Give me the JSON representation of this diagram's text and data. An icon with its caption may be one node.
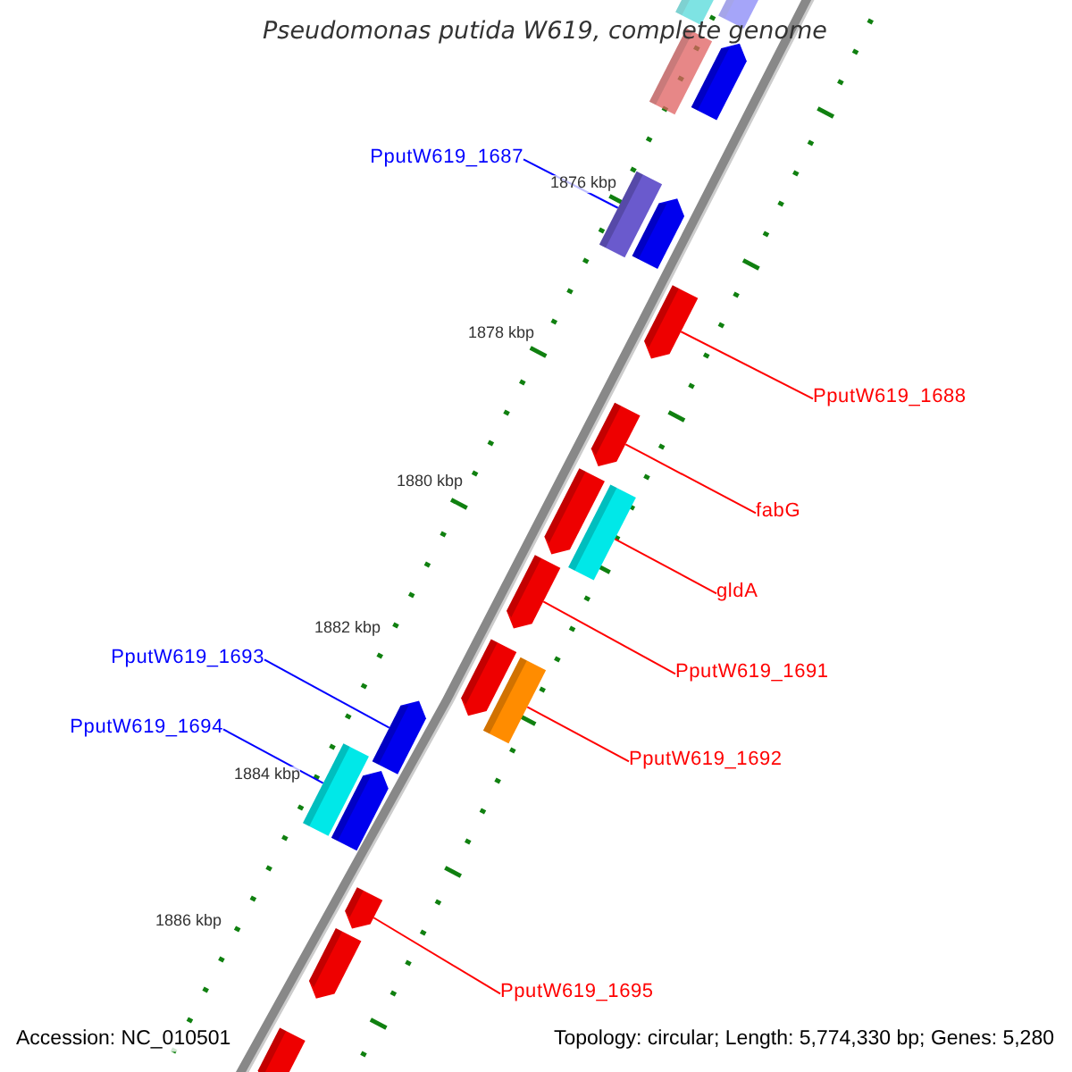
{
  "diagram": {
    "title": "Pseudomonas putida W619, complete genome",
    "nodes": [
      {
        "text": [
          "PputW619_1687"
        ]
      },
      {
        "text": [],
        "shape": "bar"
      },
      {
        "text": [
          "PputW619_1688"
        ]
      },
      {
        "text": [],
        "shape": "arrow"
      },
      {
        "text": [
          "fabG"
        ]
      },
      {
        "text": [],
        "shape": "arrow"
      },
      {
        "text": [
          "gldA"
        ]
      },
      {
        "text": [],
        "shape": "bar"
      },
      {
        "text": [
          "PputW619_1693"
        ]
      },
      {
        "text": [],
        "shape": "arrow"
      },
      {
        "text": [
          "PputW619_1691"
        ]
      },
      {
        "text": [],
        "shape": "arrow"
      },
      {
        "text": [
          "PputW619_1694"
        ]
      },
      {
        "text": [],
        "shape": "bar"
      },
      {
        "text": [
          "PputW619_1692"
        ]
      },
      {
        "text": [],
        "shape": "bar"
      },
      {
        "text": [
          "PputW619_1695"
        ]
      },
      {
        "text": [],
        "shape": "arrow"
      },
      {
        "text": [],
        "shape": "bar"
      },
      {
        "text": [],
        "shape": "arrow"
      },
      {
        "text": [],
        "shape": "bar"
      },
      {
        "text": [],
        "shape": "arrow"
      },
      {
        "text": [],
        "shape": "arrow"
      },
      {
        "text": [],
        "shape": "arrow"
      },
      {
        "text": [],
        "shape": "arrow"
      },
      {
        "text": [],
        "shape": "arrow"
      },
      {
        "text": [],
        "shape": "arrow"
      },
      {
        "text": [],
        "shape": "arrow"
      }
    ],
    "edges": [
      {
        "from": 0,
        "to": 1,
        "arrow": "none",
        "color": "#0000ff"
      },
      {
        "from": 2,
        "to": 3,
        "arrow": "none"
      },
      {
        "from": 4,
        "to": 5,
        "arrow": "none"
      },
      {
        "from": 6,
        "to": 7,
        "arrow": "none"
      },
      {
        "from": 8,
        "to": 9,
        "arrow": "none",
        "color": "#0000ff"
      },
      {
        "from": 10,
        "to": 11,
        "arrow": "none"
      },
      {
        "from": 12,
        "to": 13,
        "arrow": "none",
        "color": "#0000ff"
      },
      {
        "from": 14,
        "to": 15,
        "arrow": "none"
      },
      {
        "from": 16,
        "to": 17,
        "arrow": "none"
      }
    ],
    "labels": [
      "1876 kbp",
      "1878 kbp",
      "1880 kbp",
      "1882 kbp",
      "1884 kbp",
      "1886 kbp",
      "Accession: NC_010501",
      "Topology: circular; Length: 5,774,330 bp; Genes: 5,280"
    ]
  }
}
